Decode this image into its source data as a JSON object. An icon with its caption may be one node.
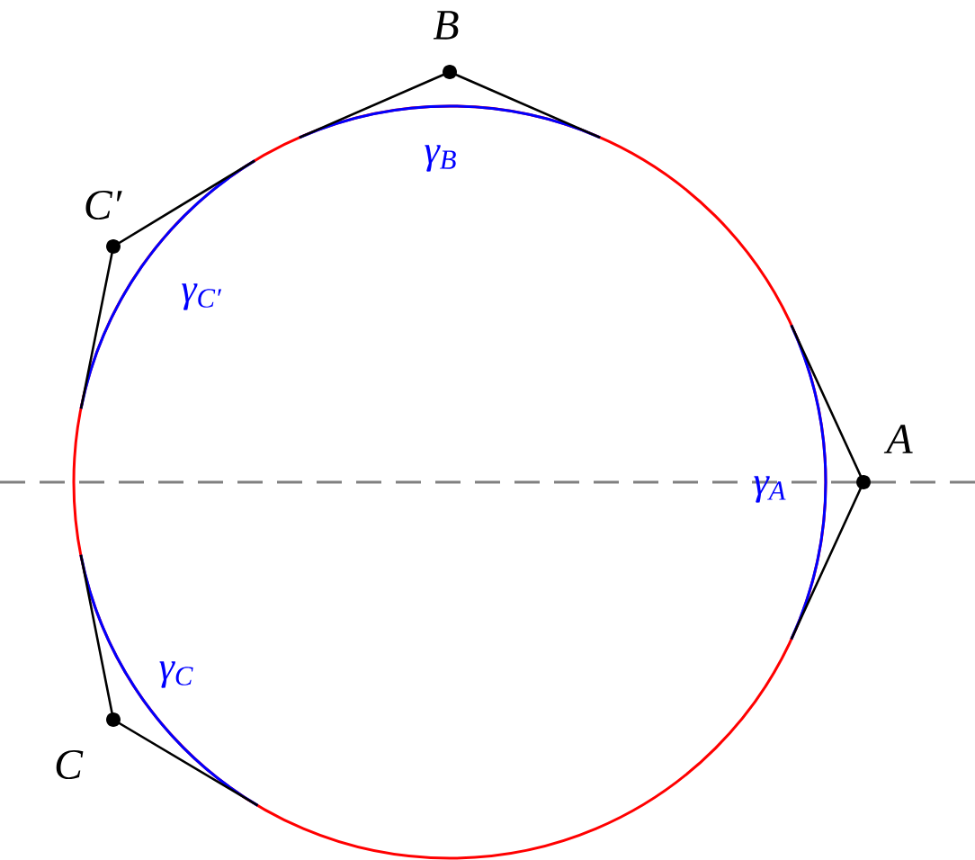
{
  "diagram": {
    "nodes": [
      {
        "text": [
          "B"
        ]
      },
      {
        "text": [
          "C′"
        ]
      },
      {
        "text": [
          "A"
        ]
      },
      {
        "text": [
          "C"
        ]
      }
    ],
    "labels": [
      "γ$_{B}$",
      "γ$_{C′}$",
      "γ$_{A}$",
      "γ$_{C}$"
    ]
  }
}
